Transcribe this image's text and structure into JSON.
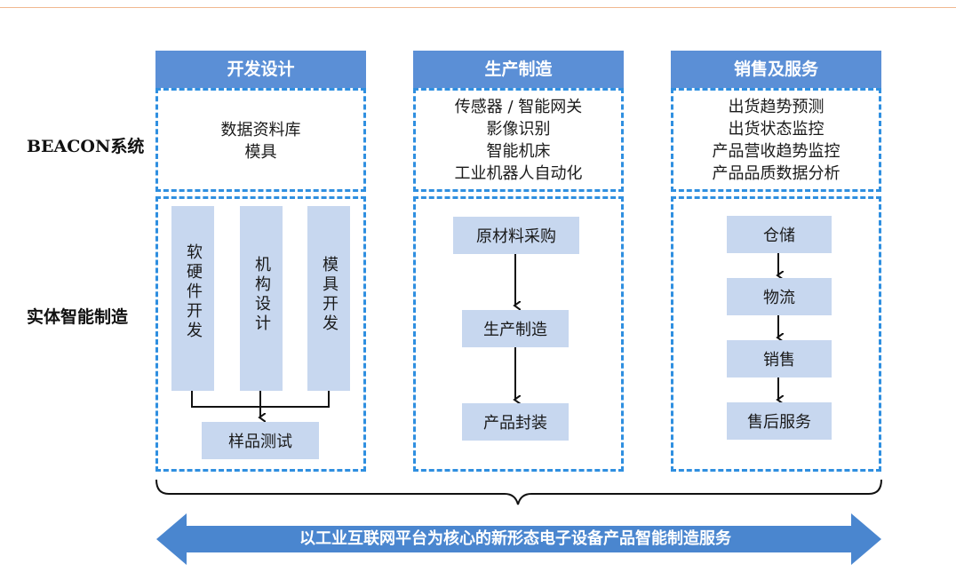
{
  "rows": {
    "system": "BEACON系统",
    "physical": "实体智能制造"
  },
  "columns": [
    {
      "header": "开发设计",
      "system_items": [
        "数据资料库",
        "模具"
      ],
      "bars": [
        "软硬件开发",
        "机构设计",
        "模具开发"
      ],
      "result": "样品测试"
    },
    {
      "header": "生产制造",
      "system_items": [
        "传感器 / 智能网关",
        "影像识别",
        "智能机床",
        "工业机器人自动化"
      ],
      "steps": [
        "原材料采购",
        "生产制造",
        "产品封装"
      ]
    },
    {
      "header": "销售及服务",
      "system_items": [
        "出货趋势预测",
        "出货状态监控",
        "产品营收趋势监控",
        "产品品质数据分析"
      ],
      "steps": [
        "仓储",
        "物流",
        "销售",
        "售后服务"
      ]
    }
  ],
  "banner": "以工业互联网平台为核心的新形态电子设备产品智能制造服务",
  "colors": {
    "header": "#5b8fd6",
    "box": "#c7d7ef",
    "dash": "#2f8fe0",
    "banner": "#4a86cf"
  }
}
